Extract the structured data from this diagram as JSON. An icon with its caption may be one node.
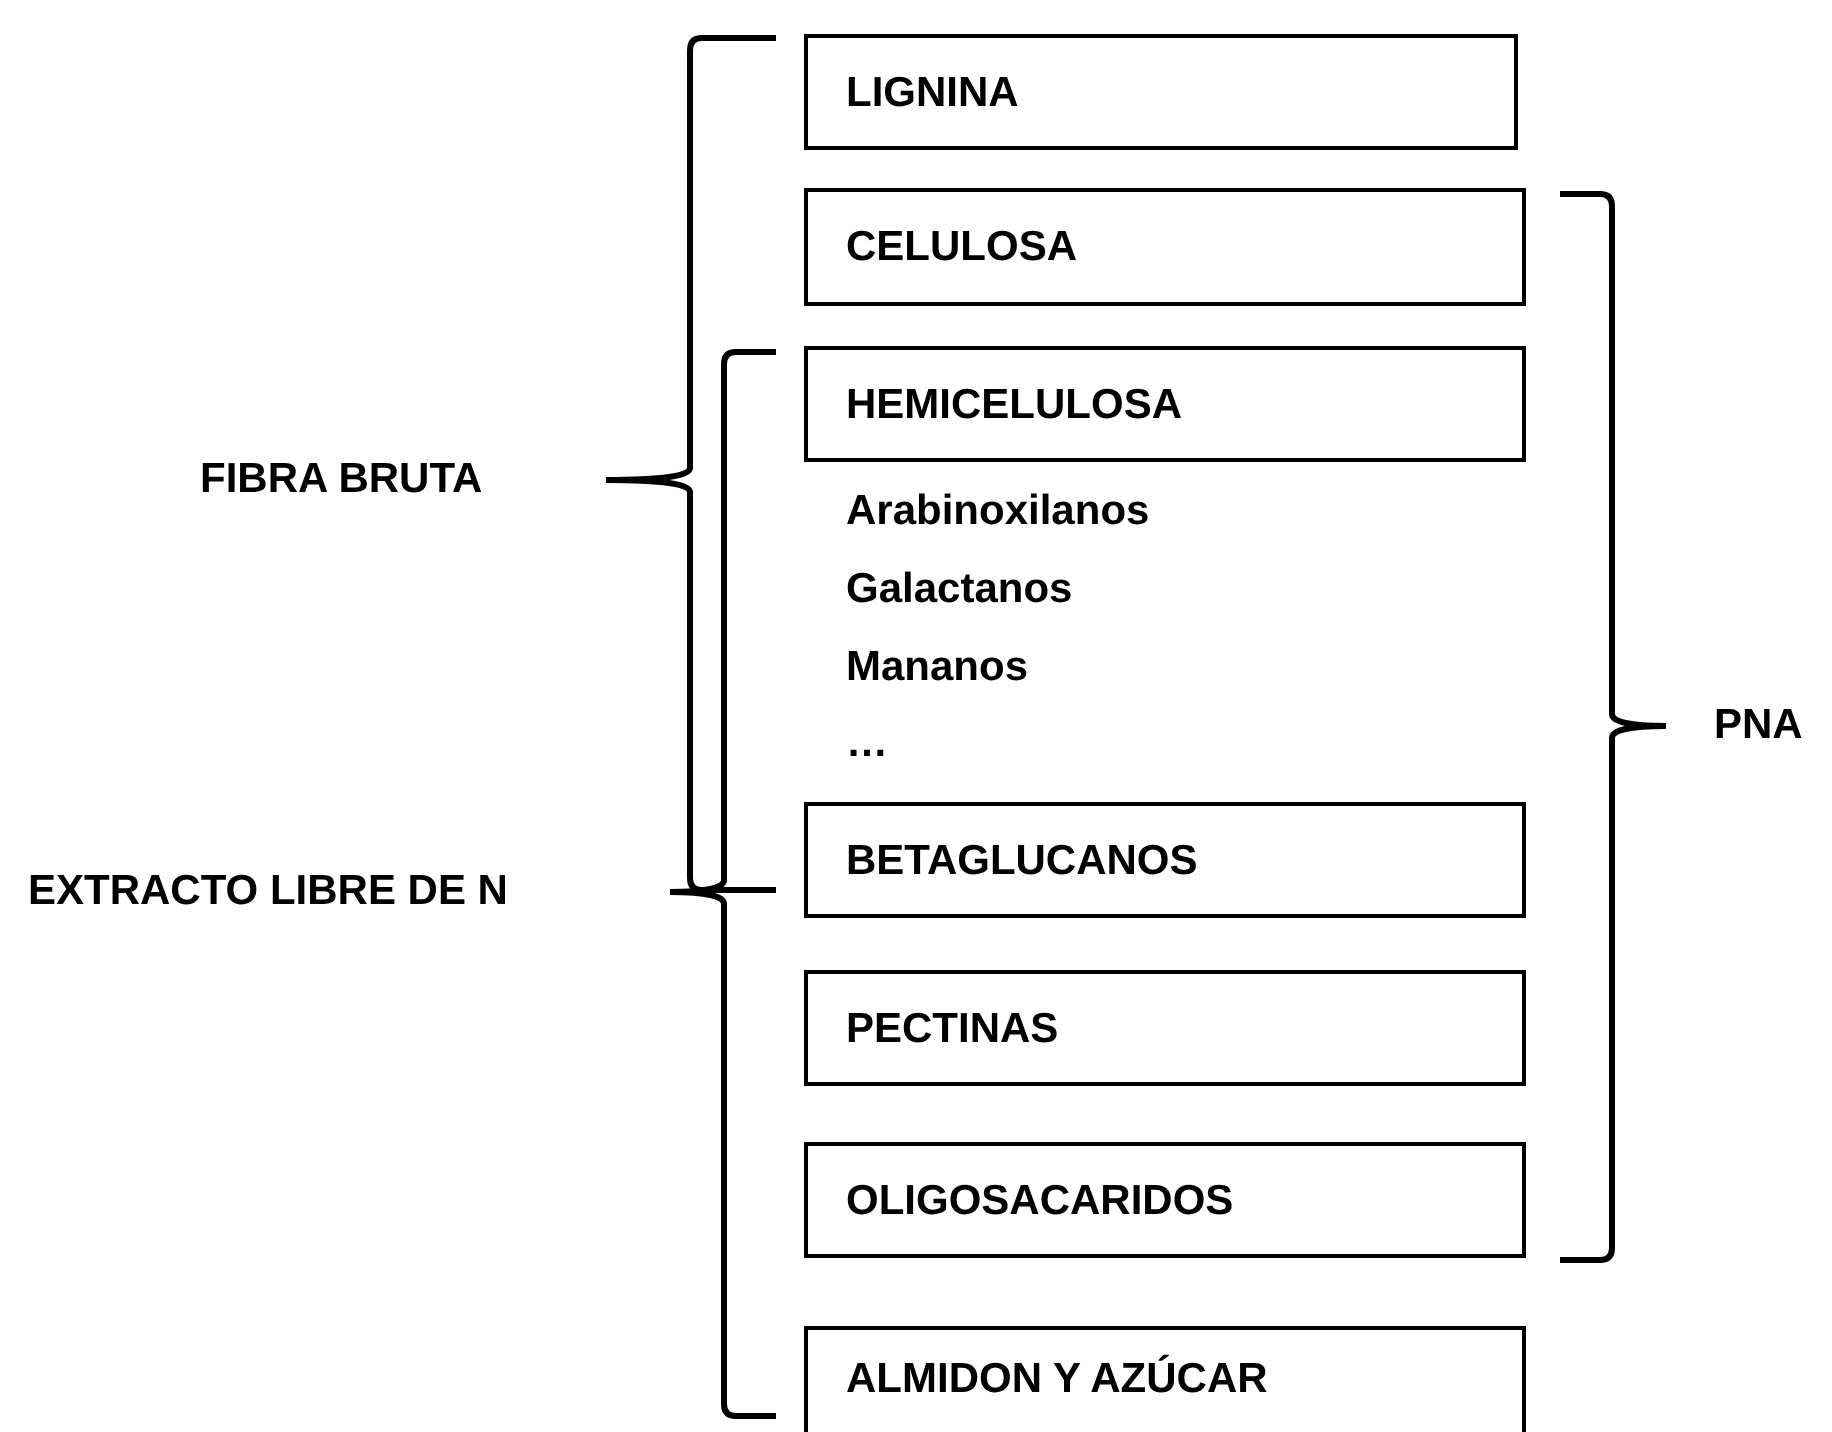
{
  "diagram": {
    "nodes": [
      {
        "text": [
          "LIGNINA"
        ]
      },
      {
        "text": [
          "CELULOSA"
        ]
      },
      {
        "text": [
          "HEMICELULOSA"
        ]
      },
      {
        "text": [
          "BETAGLUCANOS"
        ]
      },
      {
        "text": [
          "PECTINAS"
        ]
      },
      {
        "text": [
          "OLIGOSACARIDOS"
        ]
      },
      {
        "text": [
          "ALMIDON Y AZÚCAR"
        ]
      }
    ],
    "labels": [
      "FIBRA BRUTA",
      "Arabinoxilanos",
      "Galactanos",
      "Mananos",
      "…",
      "PNA",
      "EXTRACTO LIBRE DE N"
    ]
  }
}
